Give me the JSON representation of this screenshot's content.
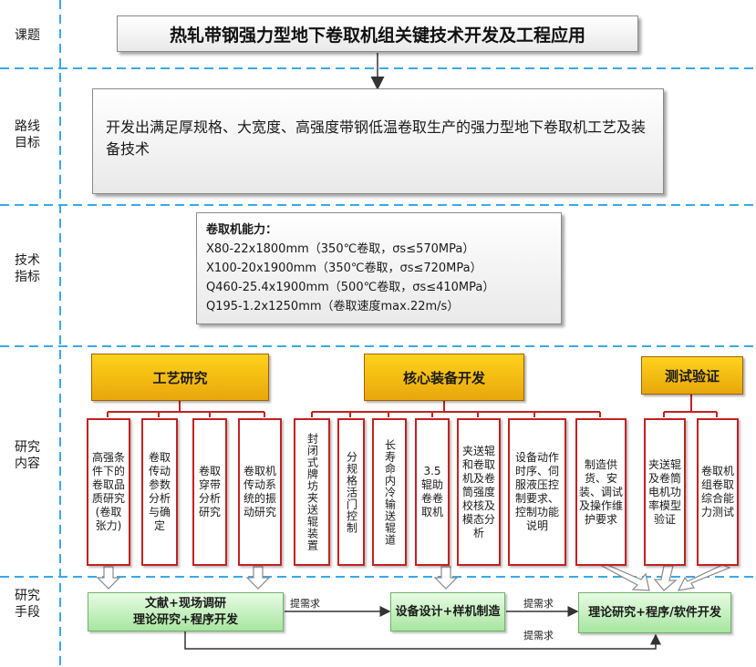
{
  "rows": {
    "topic": "课题",
    "route": "路线\n目标",
    "tech": "技术\n指标",
    "research": "研究\n内容",
    "method": "研究\n手段"
  },
  "title": "热轧带钢强力型地下卷取机组关键技术开发及工程应用",
  "goal": "开发出满足厚规格、大宽度、高强度带钢低温卷取生产的强力型地下卷取机工艺及装备技术",
  "specs": {
    "heading": "卷取机能力：",
    "lines": [
      "X80-22x1800mm（350℃卷取，σs≤570MPa）",
      "X100-20x1900mm（350℃卷取，σs≤720MPa）",
      "Q460-25.4x1900mm（500℃卷取，σs≤410MPa）",
      "Q195-1.2x1250mm（卷取速度max.22m/s）"
    ]
  },
  "categories": {
    "process": "工艺研究",
    "equipment": "核心装备开发",
    "testing": "测试验证"
  },
  "items": [
    "高强条件下的卷取品质研究(卷取张力)",
    "卷取传动参数分析与确定",
    "卷取穿带分析研究",
    "卷取机传动系统的振动研究",
    "封闭式牌坊夹送辊装置",
    "分规格活门控制",
    "长寿命内冷输送辊道",
    "3.5辊助卷卷取机",
    "夹送辊和卷取机及卷筒强度校核及模态分析",
    "设备动作时序、伺服液压控制要求、控制功能说明",
    "制造供货、安装、调试及操作维护要求",
    "夹送辊及卷筒电机功率模型验证",
    "卷取机组卷取综合能力测试"
  ],
  "methods": {
    "m1": "文献+现场调研\n理论研究+程序开发",
    "m2": "设备设计+样机制造",
    "m3": "理论研究+程序/软件开发",
    "need": "提需求"
  },
  "colors": {
    "dash": "#3aa8e8",
    "red": "#c62020",
    "orange": "#f0b416",
    "green": "#b5ebae"
  }
}
